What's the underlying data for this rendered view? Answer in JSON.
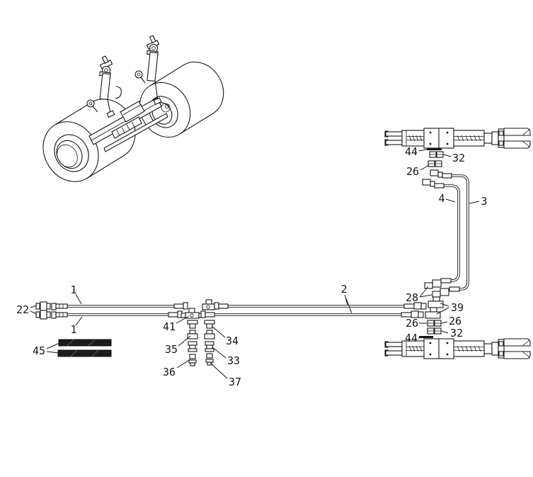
{
  "colors": {
    "ink": "#161616",
    "paper": "#ffffff"
  },
  "callouts": {
    "c1a": "1",
    "c1b": "1",
    "c2": "2",
    "c3": "3",
    "c4": "4",
    "c22": "22",
    "c26_top": "26",
    "c26_left": "26",
    "c26_right": "26",
    "c28": "28",
    "c32_top": "32",
    "c32_bottom": "32",
    "c33": "33",
    "c34": "34",
    "c35": "35",
    "c36": "36",
    "c37": "37",
    "c39": "39",
    "c41": "41",
    "c44_top": "44",
    "c44_bottom": "44",
    "c45": "45"
  }
}
